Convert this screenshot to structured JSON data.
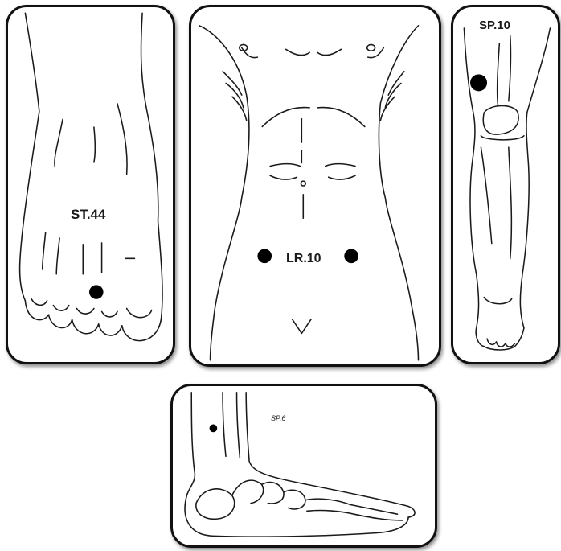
{
  "points": {
    "foot_top": "ST.44",
    "abdomen": "LR.10",
    "leg": "SP.10",
    "ankle": "SP.6"
  },
  "colors": {
    "line": "#1a1a1a",
    "dot": "#000000",
    "border": "#111111",
    "background": "#ffffff"
  }
}
